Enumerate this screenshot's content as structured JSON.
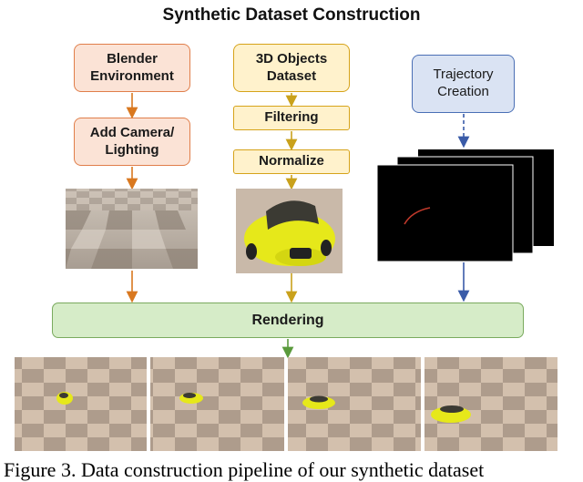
{
  "title": "Synthetic Dataset Construction",
  "nodes": {
    "blender_environment": "Blender Environment",
    "add_camera_lighting": "Add Camera/ Lighting",
    "objects_dataset": "3D Objects Dataset",
    "filtering": "Filtering",
    "normalize": "Normalize",
    "trajectory_creation": "Trajectory Creation",
    "rendering": "Rendering"
  },
  "caption": "Figure 3.   Data construction pipeline of our synthetic dataset",
  "colors": {
    "salmon_fill": "#fbe3d6",
    "salmon_border": "#e07e4a",
    "yellow_fill": "#fff2cc",
    "yellow_border": "#d6a31a",
    "blue_fill": "#dae3f3",
    "blue_border": "#4a6fb5",
    "green_fill": "#d6ecc8",
    "green_border": "#7aaa5e",
    "arrow_orange": "#d9781f",
    "arrow_gold": "#c9a11b",
    "arrow_blue": "#3a5ba8",
    "arrow_green": "#5a9a3c",
    "car_yellow": "#e6e81a",
    "trajectory_red": "#c0392b"
  }
}
